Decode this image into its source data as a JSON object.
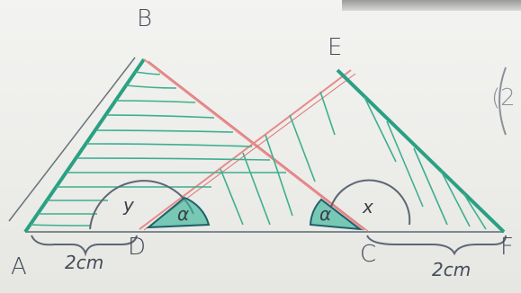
{
  "points": {
    "A": "A",
    "B": "B",
    "C": "C",
    "D": "D",
    "E": "E",
    "F": "F"
  },
  "segments": {
    "AD": "2cm",
    "CF": "2cm"
  },
  "angles": {
    "at_D": "α",
    "at_C": "α",
    "left_outer": "y",
    "right_outer": "x"
  },
  "margin_note": "(2"
}
